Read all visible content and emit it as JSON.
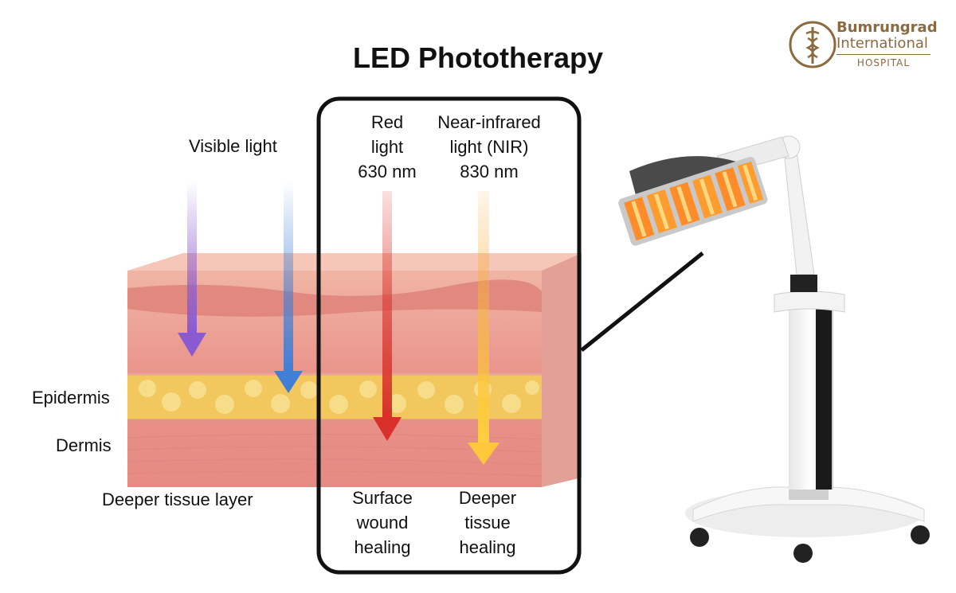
{
  "title": "LED Phototherapy",
  "logo": {
    "line1": "Bumrungrad",
    "line2": "International",
    "line3": "HOSPITAL",
    "color": "#8b6a3f"
  },
  "labels": {
    "visible_light": "Visible light",
    "red_light": [
      "Red",
      "light",
      "630 nm"
    ],
    "nir_light": [
      "Near-infrared",
      "light (NIR)",
      "830 nm"
    ],
    "epidermis": "Epidermis",
    "dermis": "Dermis",
    "deeper_tissue_layer": "Deeper tissue layer",
    "surface_healing": [
      "Surface",
      "wound",
      "healing"
    ],
    "deeper_healing": [
      "Deeper",
      "tissue",
      "healing"
    ]
  },
  "colors": {
    "violet_arrow": "#8a5ad0",
    "blue_arrow": "#3f7fd6",
    "red_arrow": "#d8302a",
    "nir_arrow": "#f5a12c",
    "skin_top": "#f3b7a8",
    "fat_layer": "#f2c85e",
    "dermis_layer": "#e9928a"
  },
  "icons": {
    "device": "led-phototherapy-lamp",
    "logo_emblem": "caduceus-emblem"
  }
}
